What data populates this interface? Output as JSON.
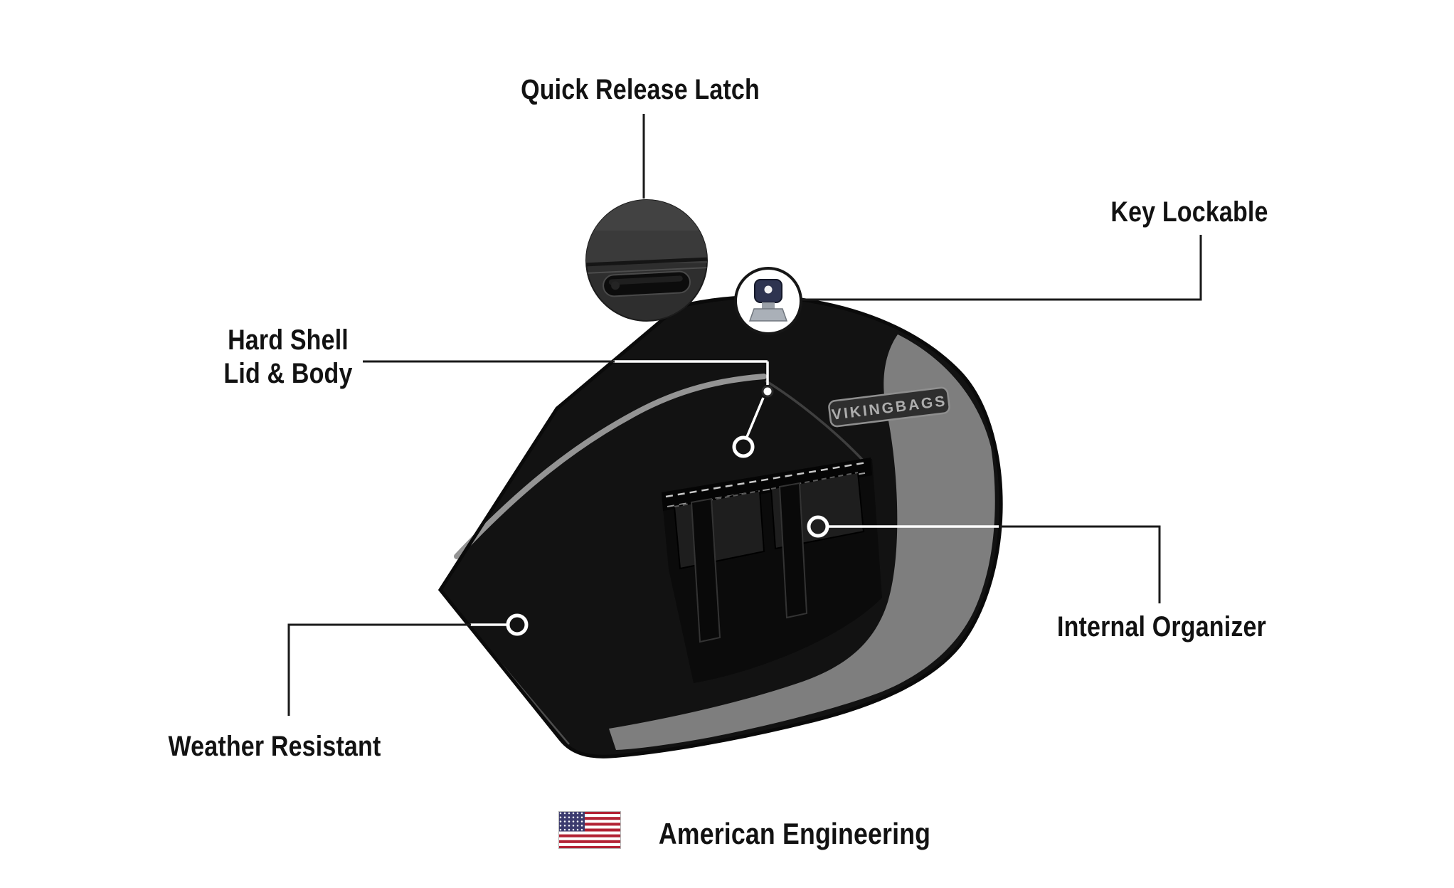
{
  "page": {
    "background": "#ffffff"
  },
  "callouts": {
    "quick_release_latch": {
      "label": "Quick Release Latch"
    },
    "key_lockable": {
      "label": "Key Lockable"
    },
    "hard_shell": {
      "label": "Hard Shell\nLid & Body"
    },
    "internal_organizer": {
      "label": "Internal Organizer"
    },
    "weather_resistant": {
      "label": "Weather Resistant"
    }
  },
  "product": {
    "brand_badge": "VIKINGBAGS"
  },
  "footer": {
    "label": "American Engineering",
    "flag_icon": "us-flag-icon"
  },
  "icons": {
    "latch": "quick-release-latch-icon",
    "key": "key-lock-icon",
    "flag": "us-flag-icon",
    "markers": "callout-ring-icon"
  },
  "colors": {
    "bag_body": "#121212",
    "bag_highlight": "#7e7e7e",
    "accent_stripe": "#949494",
    "callout_line": "#1a1a1a",
    "callout_marker": "#ffffff",
    "badge_plate": "#2e2e2e",
    "badge_text": "#adadad",
    "key_head": "#2e3450",
    "flag_red": "#b22234",
    "flag_blue": "#3c3b6e"
  }
}
